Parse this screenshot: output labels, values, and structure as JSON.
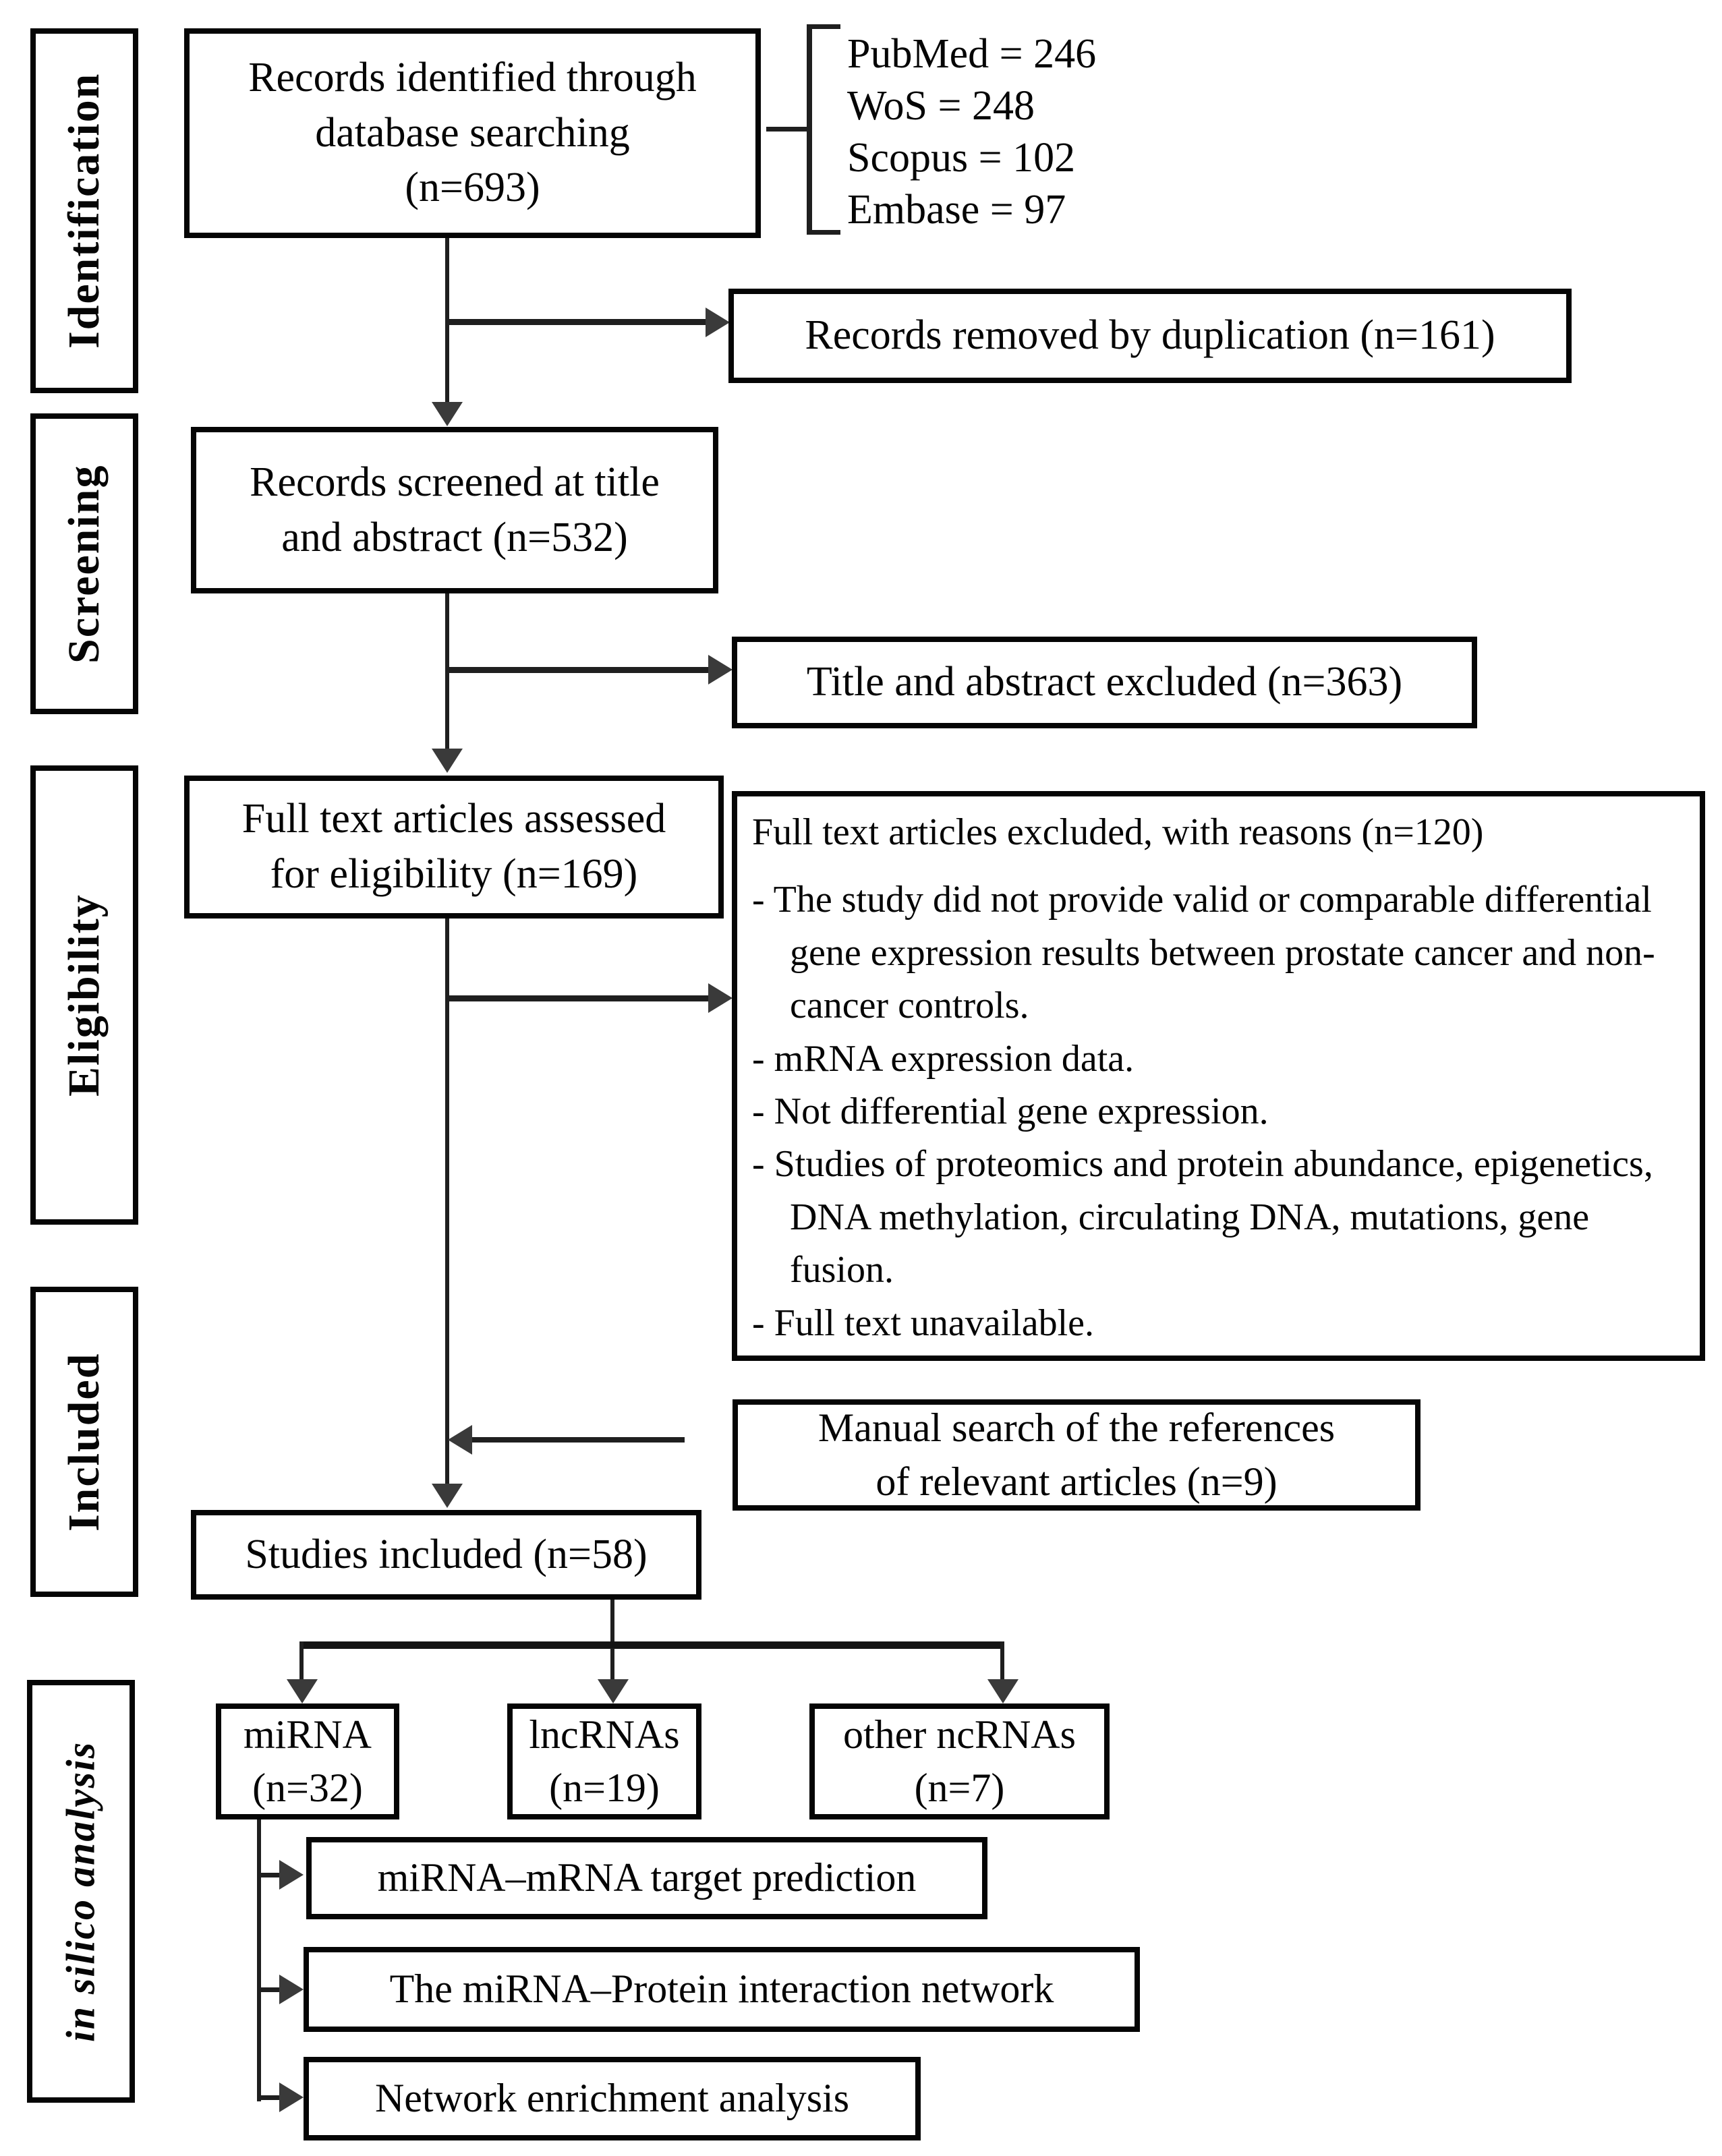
{
  "stages": [
    "Identification",
    "Screening",
    "Eligibility",
    "Included",
    "in silico analysis"
  ],
  "boxes": {
    "identified": "Records identified through\ndatabase searching\n(n=693)",
    "database_counts": [
      "PubMed = 246",
      "WoS = 248",
      "Scopus = 102",
      "Embase = 97"
    ],
    "duplicates_removed": "Records removed by duplication (n=161)",
    "screened": "Records screened at title\nand abstract (n=532)",
    "title_abstract_excluded": "Title and abstract excluded (n=363)",
    "fulltext_assessed": "Full text articles assessed\nfor eligibility (n=169)",
    "fulltext_excluded_header": "Full text articles excluded, with reasons (n=120)",
    "fulltext_excluded_reasons": [
      "- The study did not provide valid or comparable differential gene expression results between prostate cancer and non-cancer controls.",
      "- mRNA expression data.",
      "- Not differential gene expression.",
      "- Studies of proteomics and protein abundance, epigenetics, DNA methylation, circulating DNA, mutations, gene fusion.",
      "- Full text unavailable."
    ],
    "manual_search": "Manual search of the references\nof relevant articles (n=9)",
    "included": "Studies included (n=58)",
    "mirna": "miRNA\n(n=32)",
    "lncrnas": "lncRNAs\n(n=19)",
    "other_ncrnas": "other ncRNAs\n(n=7)",
    "target_prediction": "miRNA–mRNA target prediction",
    "protein_network": "The miRNA–Protein interaction network",
    "enrichment_analysis": "Network enrichment analysis"
  },
  "colors": {
    "border": "#050505",
    "line": "#1f1f1f",
    "arrowhead": "#3a3a3a",
    "text": "#050505",
    "background": "#ffffff"
  }
}
